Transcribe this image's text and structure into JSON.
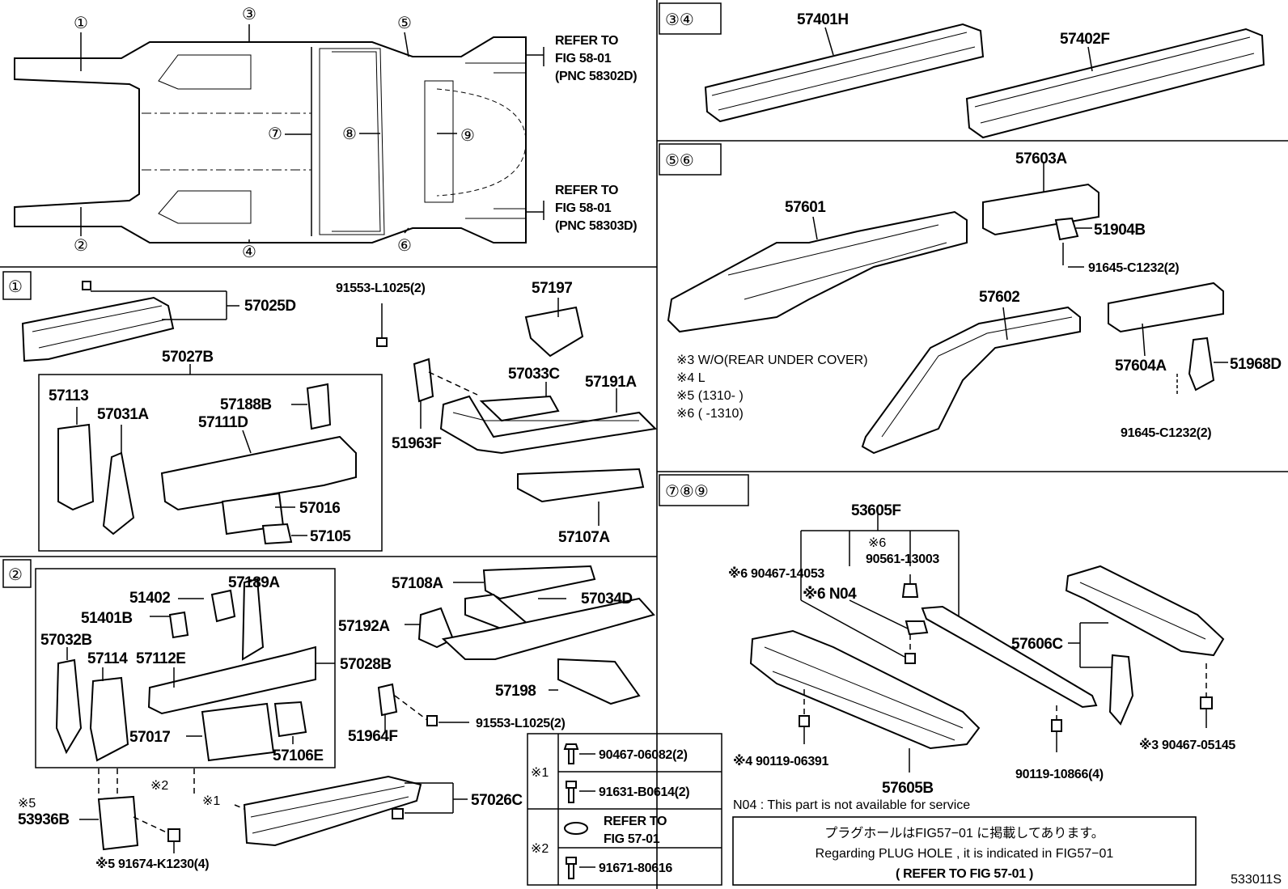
{
  "overview": {
    "callouts": [
      "①",
      "②",
      "③",
      "④",
      "⑤",
      "⑥",
      "⑦",
      "⑧",
      "⑨"
    ],
    "refer_top": [
      "REFER TO",
      "FIG 58-01",
      "(PNC 58302D)"
    ],
    "refer_bottom": [
      "REFER TO",
      "FIG 58-01",
      "(PNC 58303D)"
    ]
  },
  "sections": {
    "s34": "③④",
    "s56": "⑤⑥",
    "s1": "①",
    "s2": "②",
    "s789": "⑦⑧⑨"
  },
  "parts_34": [
    "57401H",
    "57402F"
  ],
  "parts_56": {
    "p57603A": "57603A",
    "p57601": "57601",
    "p51904B": "51904B",
    "p91645a": "91645-C1232(2)",
    "p57602": "57602",
    "p57604A": "57604A",
    "p51968D": "51968D",
    "p91645b": "91645-C1232(2)"
  },
  "notes_56": [
    "※3 W/O(REAR UNDER COVER)",
    "※4 L",
    "※5 (1310-        )",
    "※6 (        -1310)"
  ],
  "parts_1": {
    "p57025D": "57025D",
    "p57027B": "57027B",
    "p57113": "57113",
    "p57031A": "57031A",
    "p57188B": "57188B",
    "p57111D": "57111D",
    "p57016": "57016",
    "p57105": "57105",
    "p91553a": "91553-L1025(2)",
    "p57197": "57197",
    "p57033C": "57033C",
    "p57191A": "57191A",
    "p51963F": "51963F",
    "p57107A": "57107A"
  },
  "parts_2": {
    "p51402": "51402",
    "p57189A": "57189A",
    "p51401B": "51401B",
    "p57032B": "57032B",
    "p57114": "57114",
    "p57112E": "57112E",
    "p57028B": "57028B",
    "p57017": "57017",
    "p57106E": "57106E",
    "p57108A": "57108A",
    "p57034D": "57034D",
    "p57192A": "57192A",
    "p57198": "57198",
    "p51964F": "51964F",
    "p91553b": "91553-L1025(2)",
    "m2": "※2",
    "m1": "※1",
    "m5": "※5",
    "p53936B": "53936B",
    "p57026C": "57026C",
    "p91674": "※5 91674-K1230(4)"
  },
  "legend": {
    "m1": "※1",
    "m2": "※2",
    "r1": "90467-06082(2)",
    "r2": "91631-B0614(2)",
    "r3a": "REFER TO",
    "r3b": "FIG 57-01",
    "r4": "91671-80616"
  },
  "parts_789": {
    "p53605F": "53605F",
    "m6a": "※6",
    "p90561": "90561-13003",
    "p90467a": "※6 90467-14053",
    "pN04": "※6 N04",
    "p57606C": "57606C",
    "p90119a": "※4 90119-06391",
    "p57605B": "57605B",
    "p90119b": "90119-10866(4)",
    "p90467b": "※3 90467-05145"
  },
  "footer": {
    "n04": "N04 : This part is not available for service",
    "jp": "プラグホールはFIG57−01 に掲載してあります。",
    "en": "Regarding PLUG HOLE , it is indicated in FIG57−01",
    "ref": "(     REFER TO FIG 57-01     )",
    "code": "533011S"
  }
}
